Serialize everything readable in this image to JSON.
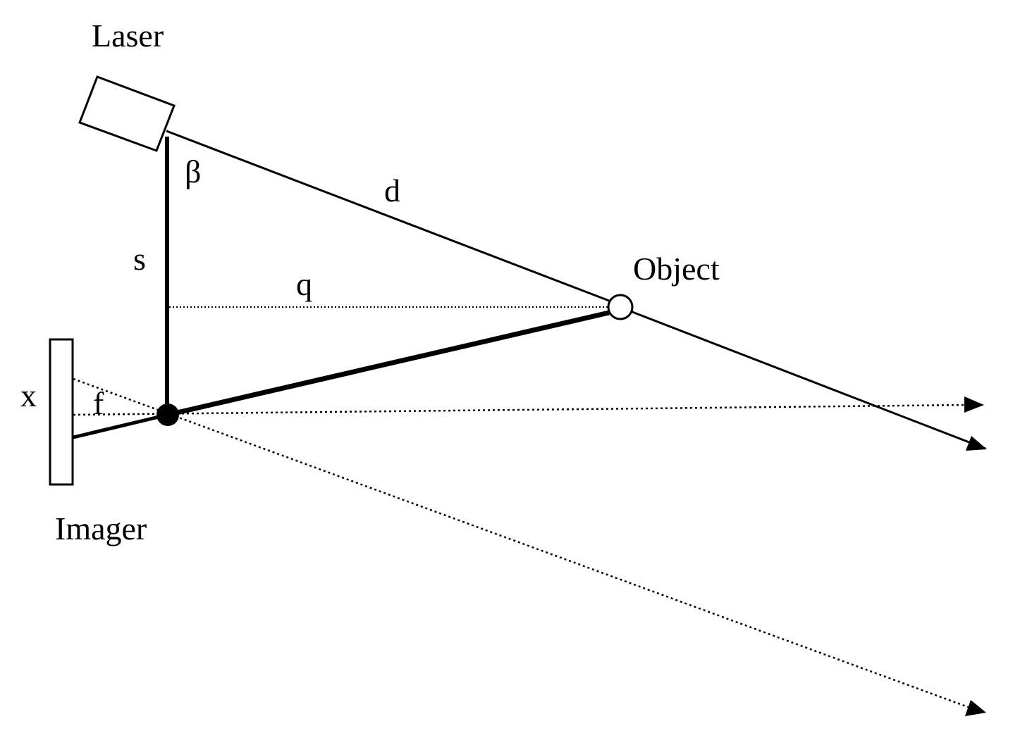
{
  "labels": {
    "laser": "Laser",
    "object": "Object",
    "imager": "Imager",
    "beta": "β",
    "d": "d",
    "s": "s",
    "q": "q",
    "x": "x",
    "f": "f"
  },
  "colors": {
    "stroke": "#000000",
    "background": "#ffffff"
  }
}
